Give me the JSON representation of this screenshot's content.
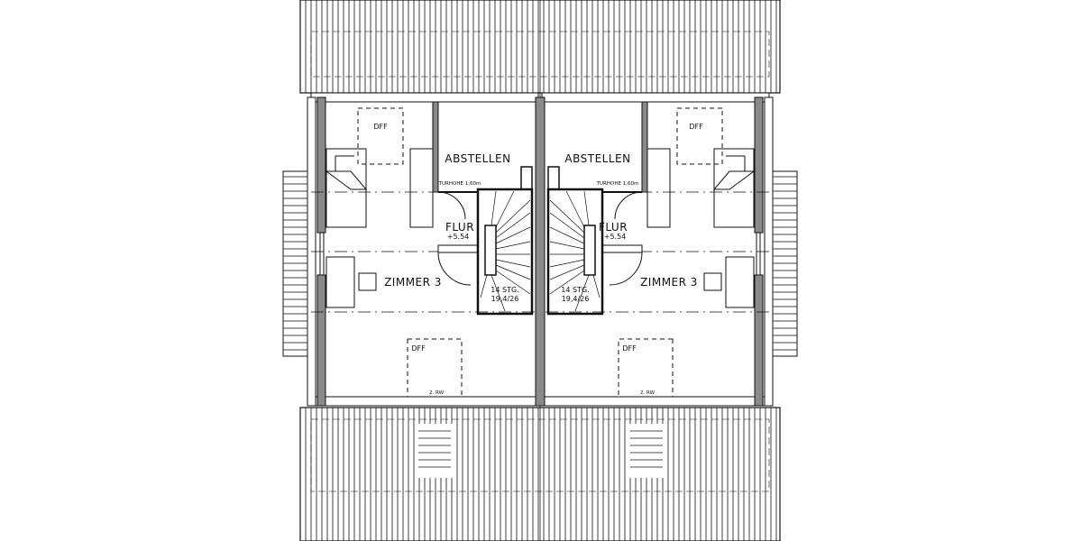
{
  "plan": {
    "colors": {
      "line": "#111111",
      "wall_fill": "#8a8a8a",
      "background": "#ffffff"
    },
    "units": [
      {
        "storage": "ABSTELLEN",
        "door_height": "TURHOHE 1,60m",
        "hall": "FLUR",
        "hall_level": "+5.54",
        "room": "ZIMMER 3",
        "stairs_count": "14 STG.",
        "stairs_ratio": "19,4/26",
        "skylight_top": "DFF",
        "skylight_bottom": "DFF",
        "gutter": "2. RW"
      },
      {
        "storage": "ABSTELLEN",
        "door_height": "TURHOHE 1,60m",
        "hall": "FLUR",
        "hall_level": "+5.54",
        "room": "ZIMMER 3",
        "stairs_count": "14 STG.",
        "stairs_ratio": "19,4/26",
        "skylight_top": "DFF",
        "skylight_bottom": "DFF",
        "gutter": "2. RW"
      }
    ]
  }
}
